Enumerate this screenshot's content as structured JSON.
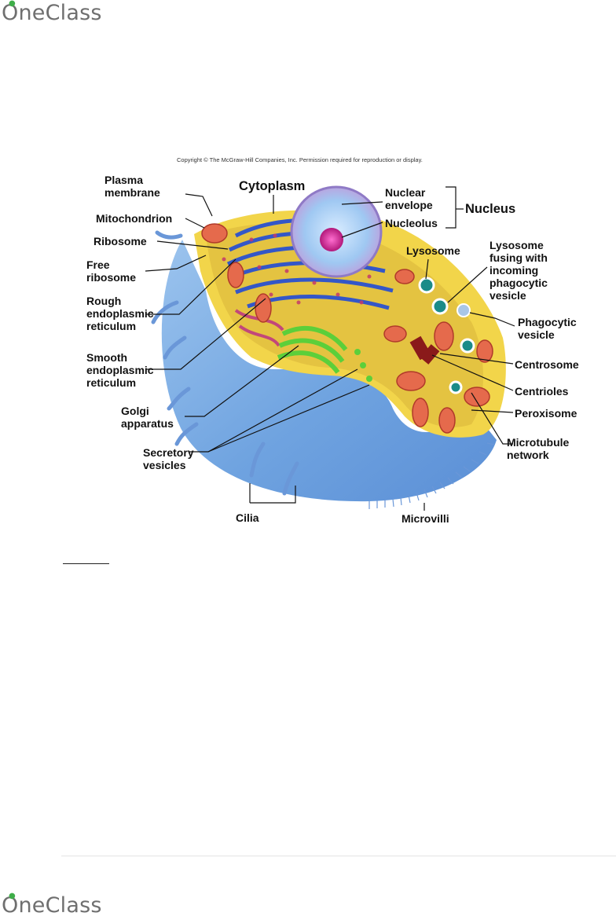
{
  "brand": {
    "name": "OneClass"
  },
  "diagram": {
    "copyright": "Copyright © The McGraw-Hill Companies, Inc. Permission required for reproduction or display.",
    "labels": {
      "plasma_membrane": "Plasma\nmembrane",
      "cytoplasm": "Cytoplasm",
      "nuclear_envelope": "Nuclear\nenvelope",
      "nucleus": "Nucleus",
      "nucleolus": "Nucleolus",
      "mitochondrion": "Mitochondrion",
      "ribosome": "Ribosome",
      "free_ribosome": "Free\nribosome",
      "lysosome": "Lysosome",
      "lysosome_fusing": "Lysosome\nfusing with\nincoming\nphagocytic\nvesicle",
      "rough_er": "Rough\nendoplasmic\nreticulum",
      "phagocytic_vesicle": "Phagocytic\nvesicle",
      "smooth_er": "Smooth\nendoplasmic\nreticulum",
      "centrosome": "Centrosome",
      "centrioles": "Centrioles",
      "golgi": "Golgi\napparatus",
      "peroxisome": "Peroxisome",
      "secretory_vesicles": "Secretory\nvesicles",
      "microtubule_network": "Microtubule\nnetwork",
      "cilia": "Cilia",
      "microvilli": "Microvilli"
    }
  }
}
